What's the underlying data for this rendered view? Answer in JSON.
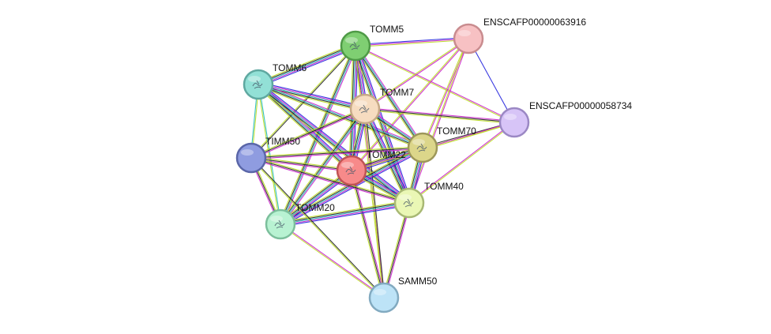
{
  "network": {
    "nodes": [
      {
        "id": "TOMM5",
        "label": "TOMM5",
        "color": "#7fcf72",
        "stroke": "#4f9a47",
        "icon": "protein-structure-icon"
      },
      {
        "id": "ENSCAFP00000063916",
        "label": "ENSCAFP00000063916",
        "color": "#f7c1c3",
        "stroke": "#c98c8f",
        "icon": ""
      },
      {
        "id": "TOMM6",
        "label": "TOMM6",
        "color": "#92e0d6",
        "stroke": "#5fa8a0",
        "icon": "protein-structure-icon"
      },
      {
        "id": "TOMM7",
        "label": "TOMM7",
        "color": "#f6dcc0",
        "stroke": "#c6a886",
        "icon": "protein-structure-icon"
      },
      {
        "id": "ENSCAFP00000058734",
        "label": "ENSCAFP00000058734",
        "color": "#d7c4f7",
        "stroke": "#9b88c4",
        "icon": ""
      },
      {
        "id": "TIMM50",
        "label": "TIMM50",
        "color": "#8f9ce0",
        "stroke": "#5a66a8",
        "icon": ""
      },
      {
        "id": "TOMM70",
        "label": "TOMM70",
        "color": "#dcd68a",
        "stroke": "#9d975a",
        "icon": "protein-structure-icon"
      },
      {
        "id": "TOMM22",
        "label": "TOMM22",
        "color": "#f78a8a",
        "stroke": "#c05454",
        "icon": "protein-structure-icon"
      },
      {
        "id": "TOMM40",
        "label": "TOMM40",
        "color": "#eaf7b5",
        "stroke": "#a8b874",
        "icon": "protein-structure-icon"
      },
      {
        "id": "TOMM20",
        "label": "TOMM20",
        "color": "#b8f2d2",
        "stroke": "#7cbf9c",
        "icon": "protein-structure-icon"
      },
      {
        "id": "SAMM50",
        "label": "SAMM50",
        "color": "#bde3f7",
        "stroke": "#82aac0",
        "icon": ""
      }
    ],
    "edge_colors": [
      "#2222dd",
      "#cc22cc",
      "#22bbbb",
      "#222222",
      "#bbdd22"
    ],
    "edges": [
      {
        "a": "TOMM5",
        "b": "ENSCAFP00000063916",
        "types": [
          "#2222dd",
          "#cc22cc",
          "#bbdd22"
        ]
      },
      {
        "a": "TOMM5",
        "b": "TOMM6",
        "types": [
          "#2222dd",
          "#cc22cc",
          "#22bbbb",
          "#222222",
          "#bbdd22"
        ]
      },
      {
        "a": "TOMM5",
        "b": "TOMM7",
        "types": [
          "#2222dd",
          "#cc22cc",
          "#22bbbb",
          "#222222",
          "#bbdd22"
        ]
      },
      {
        "a": "TOMM5",
        "b": "TOMM70",
        "types": [
          "#cc22cc",
          "#22bbbb",
          "#222222",
          "#bbdd22"
        ]
      },
      {
        "a": "TOMM5",
        "b": "TOMM22",
        "types": [
          "#2222dd",
          "#cc22cc",
          "#22bbbb",
          "#222222",
          "#bbdd22"
        ]
      },
      {
        "a": "TOMM5",
        "b": "TOMM40",
        "types": [
          "#2222dd",
          "#cc22cc",
          "#22bbbb",
          "#222222",
          "#bbdd22"
        ]
      },
      {
        "a": "TOMM5",
        "b": "TOMM20",
        "types": [
          "#cc22cc",
          "#22bbbb",
          "#222222",
          "#bbdd22"
        ]
      },
      {
        "a": "TOMM5",
        "b": "TIMM50",
        "types": [
          "#222222",
          "#bbdd22"
        ]
      },
      {
        "a": "TOMM5",
        "b": "ENSCAFP00000058734",
        "types": [
          "#cc22cc",
          "#bbdd22"
        ]
      },
      {
        "a": "TOMM5",
        "b": "SAMM50",
        "types": [
          "#cc22cc",
          "#bbdd22"
        ]
      },
      {
        "a": "ENSCAFP00000063916",
        "b": "ENSCAFP00000058734",
        "types": [
          "#2222dd"
        ]
      },
      {
        "a": "ENSCAFP00000063916",
        "b": "TOMM7",
        "types": [
          "#cc22cc",
          "#bbdd22"
        ]
      },
      {
        "a": "ENSCAFP00000063916",
        "b": "TOMM70",
        "types": [
          "#cc22cc",
          "#bbdd22"
        ]
      },
      {
        "a": "ENSCAFP00000063916",
        "b": "TOMM22",
        "types": [
          "#cc22cc",
          "#bbdd22"
        ]
      },
      {
        "a": "ENSCAFP00000063916",
        "b": "TOMM40",
        "types": [
          "#cc22cc",
          "#bbdd22"
        ]
      },
      {
        "a": "TOMM6",
        "b": "TOMM7",
        "types": [
          "#2222dd",
          "#cc22cc",
          "#22bbbb",
          "#222222",
          "#bbdd22"
        ]
      },
      {
        "a": "TOMM6",
        "b": "TOMM70",
        "types": [
          "#cc22cc",
          "#22bbbb",
          "#222222",
          "#bbdd22"
        ]
      },
      {
        "a": "TOMM6",
        "b": "TOMM22",
        "types": [
          "#2222dd",
          "#cc22cc",
          "#22bbbb",
          "#222222",
          "#bbdd22"
        ]
      },
      {
        "a": "TOMM6",
        "b": "TOMM40",
        "types": [
          "#2222dd",
          "#cc22cc",
          "#22bbbb",
          "#222222",
          "#bbdd22"
        ]
      },
      {
        "a": "TOMM6",
        "b": "TOMM20",
        "types": [
          "#22bbbb",
          "#bbdd22"
        ]
      },
      {
        "a": "TOMM7",
        "b": "TOMM70",
        "types": [
          "#cc22cc",
          "#22bbbb",
          "#222222",
          "#bbdd22"
        ]
      },
      {
        "a": "TOMM7",
        "b": "TOMM22",
        "types": [
          "#2222dd",
          "#cc22cc",
          "#22bbbb",
          "#222222",
          "#bbdd22"
        ]
      },
      {
        "a": "TOMM7",
        "b": "TOMM40",
        "types": [
          "#2222dd",
          "#cc22cc",
          "#22bbbb",
          "#222222",
          "#bbdd22"
        ]
      },
      {
        "a": "TOMM7",
        "b": "TOMM20",
        "types": [
          "#cc22cc",
          "#22bbbb",
          "#222222",
          "#bbdd22"
        ]
      },
      {
        "a": "TOMM7",
        "b": "TIMM50",
        "types": [
          "#cc22cc",
          "#222222",
          "#bbdd22"
        ]
      },
      {
        "a": "TOMM7",
        "b": "ENSCAFP00000058734",
        "types": [
          "#cc22cc",
          "#222222",
          "#bbdd22"
        ]
      },
      {
        "a": "TOMM7",
        "b": "SAMM50",
        "types": [
          "#222222",
          "#bbdd22"
        ]
      },
      {
        "a": "TOMM70",
        "b": "TOMM22",
        "types": [
          "#2222dd",
          "#cc22cc",
          "#22bbbb",
          "#222222",
          "#bbdd22"
        ]
      },
      {
        "a": "TOMM70",
        "b": "TOMM40",
        "types": [
          "#2222dd",
          "#cc22cc",
          "#22bbbb",
          "#222222",
          "#bbdd22"
        ]
      },
      {
        "a": "TOMM70",
        "b": "TOMM20",
        "types": [
          "#2222dd",
          "#cc22cc",
          "#22bbbb",
          "#222222",
          "#bbdd22"
        ]
      },
      {
        "a": "TOMM70",
        "b": "TIMM50",
        "types": [
          "#cc22cc",
          "#222222",
          "#bbdd22"
        ]
      },
      {
        "a": "TOMM70",
        "b": "ENSCAFP00000058734",
        "types": [
          "#222222",
          "#bbdd22"
        ]
      },
      {
        "a": "TOMM22",
        "b": "TOMM40",
        "types": [
          "#2222dd",
          "#cc22cc",
          "#22bbbb",
          "#222222",
          "#bbdd22"
        ]
      },
      {
        "a": "TOMM22",
        "b": "TOMM20",
        "types": [
          "#2222dd",
          "#cc22cc",
          "#22bbbb",
          "#222222",
          "#bbdd22"
        ]
      },
      {
        "a": "TOMM22",
        "b": "TIMM50",
        "types": [
          "#cc22cc",
          "#222222",
          "#bbdd22"
        ]
      },
      {
        "a": "TOMM22",
        "b": "SAMM50",
        "types": [
          "#cc22cc",
          "#222222",
          "#bbdd22"
        ]
      },
      {
        "a": "TOMM22",
        "b": "ENSCAFP00000058734",
        "types": [
          "#cc22cc",
          "#bbdd22"
        ]
      },
      {
        "a": "TOMM40",
        "b": "TOMM20",
        "types": [
          "#2222dd",
          "#cc22cc",
          "#22bbbb",
          "#222222",
          "#bbdd22"
        ]
      },
      {
        "a": "TOMM40",
        "b": "TIMM50",
        "types": [
          "#cc22cc",
          "#222222",
          "#bbdd22"
        ]
      },
      {
        "a": "TOMM40",
        "b": "SAMM50",
        "types": [
          "#cc22cc",
          "#222222",
          "#bbdd22"
        ]
      },
      {
        "a": "TOMM40",
        "b": "ENSCAFP00000058734",
        "types": [
          "#cc22cc",
          "#bbdd22"
        ]
      },
      {
        "a": "TOMM20",
        "b": "TIMM50",
        "types": [
          "#cc22cc",
          "#222222",
          "#bbdd22"
        ]
      },
      {
        "a": "TOMM20",
        "b": "SAMM50",
        "types": [
          "#cc22cc",
          "#bbdd22"
        ]
      },
      {
        "a": "TIMM50",
        "b": "SAMM50",
        "types": [
          "#222222",
          "#bbdd22"
        ]
      },
      {
        "a": "TIMM50",
        "b": "TOMM6",
        "types": [
          "#22bbbb",
          "#bbdd22"
        ]
      }
    ]
  }
}
